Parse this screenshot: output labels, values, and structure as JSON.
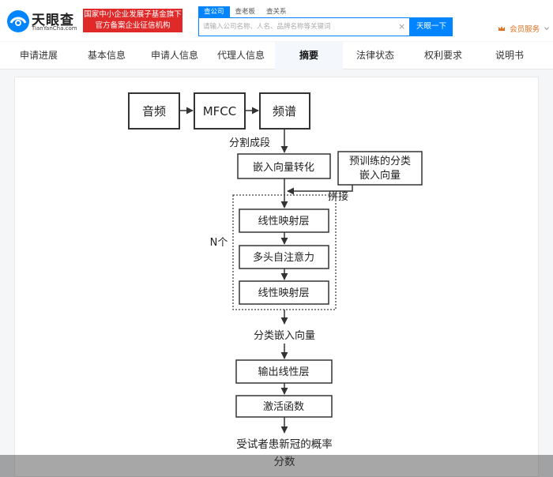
{
  "header": {
    "logo_name": "天眼查",
    "logo_domain": "TianYanCha.com",
    "badge_line1": "国家中小企业发展子基金旗下",
    "badge_line2": "官方备案企业征信机构",
    "search_tabs": [
      "查公司",
      "查老板",
      "查关系"
    ],
    "search_placeholder": "请输入公司名称、人名、品牌名称等关键词",
    "search_clear": "×",
    "search_button": "天眼一下",
    "vip_label": "会员服务"
  },
  "tabs": [
    "申请进展",
    "基本信息",
    "申请人信息",
    "代理人信息",
    "摘要",
    "法律状态",
    "权利要求",
    "说明书"
  ],
  "active_tab": 4,
  "diagram": {
    "n1": "音频",
    "n2": "MFCC",
    "n3": "频谱",
    "l1": "分割成段",
    "n4": "嵌入向量转化",
    "n5_line1": "预训练的分类",
    "n5_line2": "嵌入向量",
    "l2": "拼接",
    "repeat_label": "N个",
    "n6": "线性映射层",
    "n7": "多头自注意力",
    "n8": "线性映射层",
    "l3": "分类嵌入向量",
    "n9": "输出线性层",
    "n10": "激活函数",
    "out_line1": "受试者患新冠的概率",
    "out_line2": "分数"
  },
  "colors": {
    "brand_blue": "#0084ff",
    "badge_red": "#e02a2a",
    "vip_orange": "#e0701f"
  }
}
